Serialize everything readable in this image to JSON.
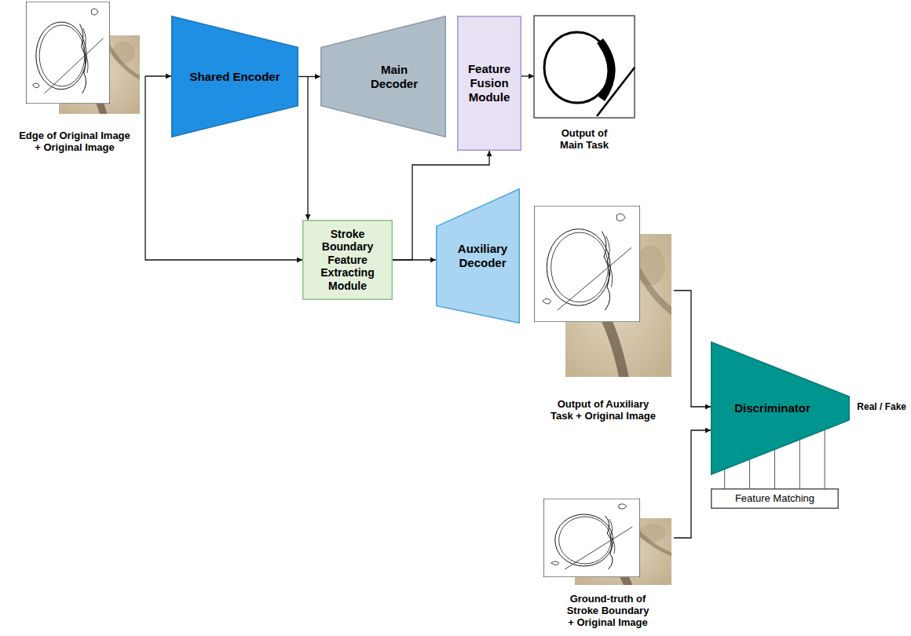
{
  "diagram": {
    "nodes": [
      {
        "text": [
          "Edge of Original Image + Original Image"
        ]
      },
      {
        "text": [
          "Shared Encoder"
        ]
      },
      {
        "text": [
          "Main Decoder"
        ]
      },
      {
        "text": [
          "Feature Fusion Module"
        ]
      },
      {
        "text": [
          "Output of Main Task"
        ]
      },
      {
        "text": [
          "Stroke Boundary Feature Extracting Module"
        ]
      },
      {
        "text": [
          "Auxiliary Decoder"
        ]
      },
      {
        "text": [
          "Output of Auxiliary Task + Original Image"
        ]
      },
      {
        "text": [
          "Discriminator"
        ]
      },
      {
        "text": [
          "Feature Matching"
        ]
      },
      {
        "text": [
          "Ground-truth of Stroke Boundary + Original Image"
        ]
      }
    ],
    "edges": [
      {
        "from": 0,
        "to": 1,
        "arrow": "to"
      },
      {
        "from": 1,
        "to": 2,
        "arrow": "to"
      },
      {
        "from": 0,
        "to": 5,
        "arrow": "to"
      },
      {
        "from": 1,
        "to": 5,
        "arrow": "to"
      },
      {
        "from": 5,
        "to": 6,
        "arrow": "to"
      },
      {
        "from": 5,
        "to": 3,
        "arrow": "to"
      },
      {
        "from": 3,
        "to": 4,
        "arrow": "to"
      },
      {
        "from": 7,
        "to": 8,
        "arrow": "to"
      },
      {
        "from": 10,
        "to": 8,
        "arrow": "to"
      },
      {
        "from": 8,
        "to": 9,
        "arrow": "none"
      },
      {
        "from": 8,
        "to": 9,
        "arrow": "none"
      },
      {
        "from": 8,
        "to": 9,
        "arrow": "none"
      },
      {
        "from": 8,
        "to": 9,
        "arrow": "none"
      },
      {
        "from": 8,
        "to": 9,
        "arrow": "none"
      }
    ],
    "labels": [
      "Real / Fake"
    ]
  }
}
